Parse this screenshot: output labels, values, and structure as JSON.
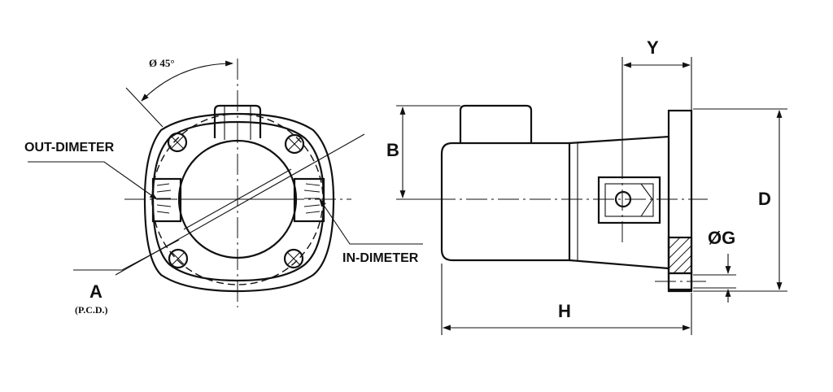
{
  "labels": {
    "angle": "Ø 45°",
    "out_dimeter": "OUT-DIMETER",
    "in_dimeter": "IN-DIMETER",
    "a": "A",
    "pcd": "(P.C.D.)",
    "b": "B",
    "y": "Y",
    "d": "D",
    "g": "ØG",
    "h": "H"
  },
  "colors": {
    "line": "#111111",
    "background": "#ffffff"
  }
}
